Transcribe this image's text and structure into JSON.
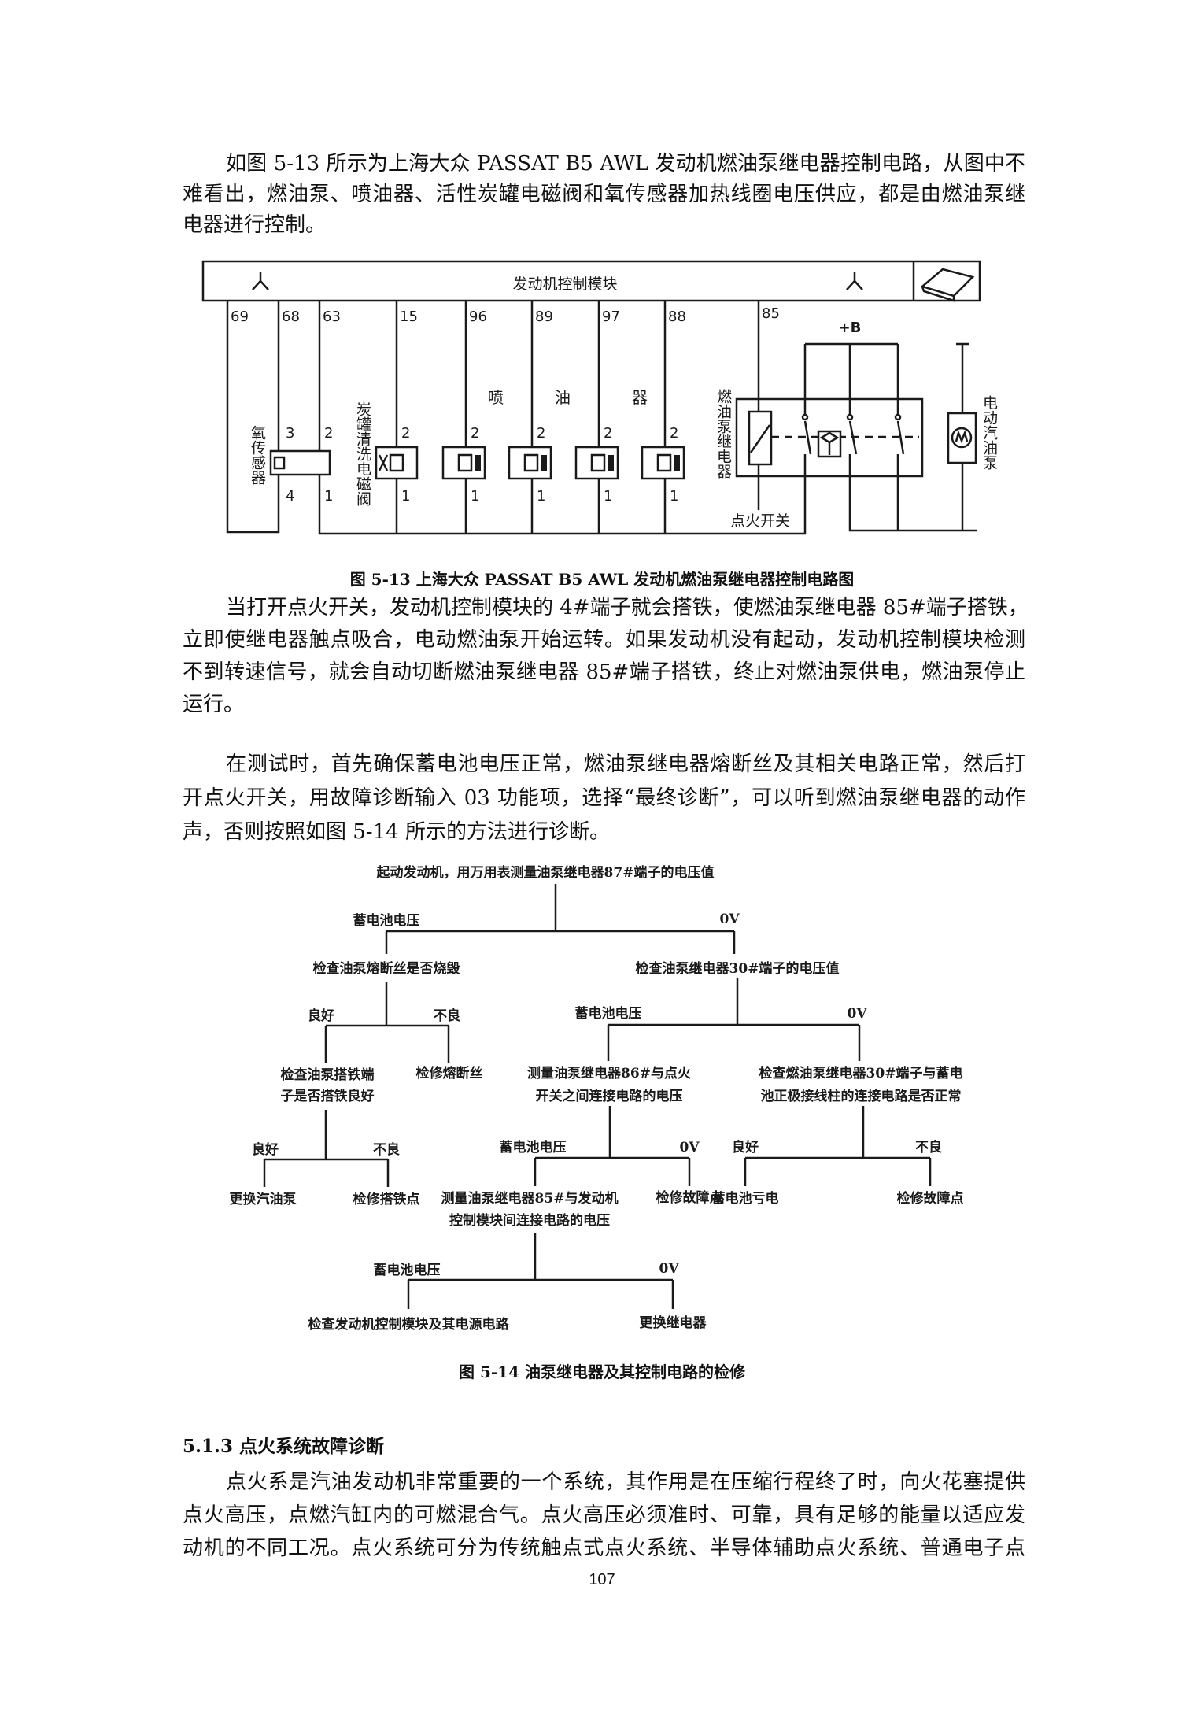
{
  "paragraph1": [
    "如图 5-13 所示为上海大众 PASSAT B5 AWL 发动机燃油泵继电器控制电路，从图中不",
    "难看出，燃油泵、喷油器、活性炭罐电磁阀和氧传感器加热线圈电压供应，都是由燃油泵继",
    "电器进行控制。"
  ],
  "figure_5_13": {
    "caption": "图 5-13  上海大众 PASSAT B5 AWL 发动机燃油泵继电器控制电路图",
    "module_label": "发动机控制模块",
    "pins": [
      "69",
      "68",
      "63",
      "15",
      "96",
      "89",
      "97",
      "88",
      "85"
    ],
    "plus_b": "+B",
    "injector_label": [
      "喷",
      "油",
      "器"
    ],
    "o2_sensor": "氧传感器",
    "canister_valve": "炭罐清洗电磁阀",
    "fuel_pump_relay": "燃油泵继电器",
    "electric_fuel_pump": "电动汽油泵",
    "ignition_switch": "点火开关",
    "terminal_numbers": {
      "t1": "1",
      "t2": "2",
      "t3": "3",
      "t4": "4"
    }
  },
  "paragraph2": [
    "当打开点火开关，发动机控制模块的 4#端子就会搭铁，使燃油泵继电器 85#端子搭铁，",
    "立即使继电器触点吸合，电动燃油泵开始运转。如果发动机没有起动，发动机控制模块检测",
    "不到转速信号，就会自动切断燃油泵继电器 85#端子搭铁，终止对燃油泵供电，燃油泵停止",
    "运行。"
  ],
  "paragraph3": [
    "在测试时，首先确保蓄电池电压正常，燃油泵继电器熔断丝及其相关电路正常，然后打",
    "开点火开关，用故障诊断输入 03 功能项，选择“最终诊断”，可以听到燃油泵继电器的动作",
    "声，否则按照如图 5-14 所示的方法进行诊断。"
  ],
  "figure_5_14": {
    "caption": "图 5-14 油泵继电器及其控制电路的检修",
    "root": "起动发动机，用万用表测量油泵继电器87#端子的电压值",
    "battery_voltage": "蓄电池电压",
    "zero_v": "0V",
    "good": "良好",
    "bad": "不良",
    "check_fuse": "检查油泵熔断丝是否烧毁",
    "check_relay30": "检查油泵继电器30#端子的电压值",
    "check_ground_1": "检查油泵搭铁端",
    "check_ground_2": "子是否搭铁良好",
    "repair_fuse": "检修熔断丝",
    "measure86_1": "测量油泵继电器86#与点火",
    "measure86_2": "开关之间连接电路的电压",
    "check30_1": "检查燃油泵继电器30#端子与蓄电",
    "check30_2": "池正极接线柱的连接电路是否正常",
    "replace_pump": "更换汽油泵",
    "repair_ground": "检修搭铁点",
    "measure85_1": "测量油泵继电器85#与发动机",
    "measure85_2": "控制模块间连接电路的电压",
    "repair_fault": "检修故障点",
    "battery_low": "蓄电池亏电",
    "check_ecm": "检查发动机控制模块及其电源电路",
    "replace_relay": "更换继电器"
  },
  "section": {
    "heading": "5.1.3  点火系统故障诊断",
    "paragraph": [
      "点火系是汽油发动机非常重要的一个系统，其作用是在压缩行程终了时，向火花塞提供",
      "点火高压，点燃汽缸内的可燃混合气。点火高压必须准时、可靠，具有足够的能量以适应发",
      "动机的不同工况。点火系统可分为传统触点式点火系统、半导体辅助点火系统、普通电子点"
    ]
  },
  "page_number": "107"
}
